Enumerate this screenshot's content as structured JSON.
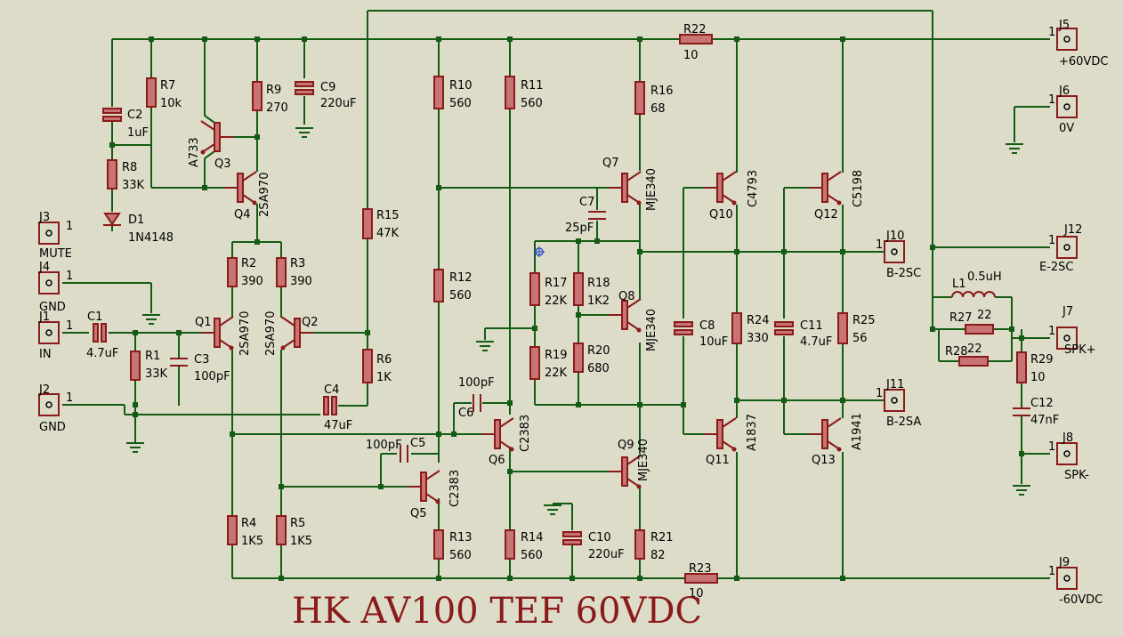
{
  "title": "HK AV100 TEF 60VDC",
  "colors": {
    "background": "#dcdcc8",
    "wire": "#135c13",
    "component": "#8b1a1a",
    "title": "#8b1a1a"
  },
  "resistors": [
    {
      "ref": "R1",
      "value": "33K"
    },
    {
      "ref": "R2",
      "value": "390"
    },
    {
      "ref": "R3",
      "value": "390"
    },
    {
      "ref": "R4",
      "value": "1K5"
    },
    {
      "ref": "R5",
      "value": "1K5"
    },
    {
      "ref": "R6",
      "value": "1K"
    },
    {
      "ref": "R7",
      "value": "10k"
    },
    {
      "ref": "R8",
      "value": "33K"
    },
    {
      "ref": "R9",
      "value": "270"
    },
    {
      "ref": "R10",
      "value": "560"
    },
    {
      "ref": "R11",
      "value": "560"
    },
    {
      "ref": "R12",
      "value": "560"
    },
    {
      "ref": "R13",
      "value": "560"
    },
    {
      "ref": "R14",
      "value": "560"
    },
    {
      "ref": "R15",
      "value": "47K"
    },
    {
      "ref": "R16",
      "value": "68"
    },
    {
      "ref": "R17",
      "value": "22K"
    },
    {
      "ref": "R18",
      "value": "1K2"
    },
    {
      "ref": "R19",
      "value": "22K"
    },
    {
      "ref": "R20",
      "value": "680"
    },
    {
      "ref": "R21",
      "value": "82"
    },
    {
      "ref": "R22",
      "value": "10"
    },
    {
      "ref": "R23",
      "value": "10"
    },
    {
      "ref": "R24",
      "value": "330"
    },
    {
      "ref": "R25",
      "value": "56"
    },
    {
      "ref": "R27",
      "value": "22"
    },
    {
      "ref": "R28",
      "value": "22"
    },
    {
      "ref": "R29",
      "value": "10"
    }
  ],
  "capacitors": [
    {
      "ref": "C1",
      "value": "4.7uF"
    },
    {
      "ref": "C2",
      "value": "1uF"
    },
    {
      "ref": "C3",
      "value": "100pF"
    },
    {
      "ref": "C4",
      "value": "47uF"
    },
    {
      "ref": "C5",
      "value": "100pF"
    },
    {
      "ref": "C6",
      "value": "100pF"
    },
    {
      "ref": "C7",
      "value": "25pF"
    },
    {
      "ref": "C8",
      "value": "10uF"
    },
    {
      "ref": "C9",
      "value": "220uF"
    },
    {
      "ref": "C10",
      "value": "220uF"
    },
    {
      "ref": "C11",
      "value": "4.7uF"
    },
    {
      "ref": "C12",
      "value": "47nF"
    }
  ],
  "transistors": [
    {
      "ref": "Q1",
      "part": "2SA970"
    },
    {
      "ref": "Q2",
      "part": "2SA970"
    },
    {
      "ref": "Q3",
      "part": "A733"
    },
    {
      "ref": "Q4",
      "part": "2SA970"
    },
    {
      "ref": "Q5",
      "part": "C2383"
    },
    {
      "ref": "Q6",
      "part": "C2383"
    },
    {
      "ref": "Q7",
      "part": "MJE340"
    },
    {
      "ref": "Q8",
      "part": "MJE340"
    },
    {
      "ref": "Q9",
      "part": "MJE340"
    },
    {
      "ref": "Q10",
      "part": "C4793"
    },
    {
      "ref": "Q11",
      "part": "A1837"
    },
    {
      "ref": "Q12",
      "part": "C5198"
    },
    {
      "ref": "Q13",
      "part": "A1941"
    }
  ],
  "diode": {
    "ref": "D1",
    "part": "1N4148"
  },
  "inductor": {
    "ref": "L1",
    "value": "0.5uH"
  },
  "connectors": [
    {
      "ref": "J1",
      "label": "IN"
    },
    {
      "ref": "J2",
      "label": "GND"
    },
    {
      "ref": "J3",
      "label": "MUTE"
    },
    {
      "ref": "J4",
      "label": "GND"
    },
    {
      "ref": "J5",
      "label": "+60VDC"
    },
    {
      "ref": "J6",
      "label": "0V"
    },
    {
      "ref": "J7",
      "label": "SPK+"
    },
    {
      "ref": "J8",
      "label": "SPK-"
    },
    {
      "ref": "J9",
      "label": "-60VDC"
    },
    {
      "ref": "J10",
      "label": "B-2SC"
    },
    {
      "ref": "J11",
      "label": "B-2SA"
    },
    {
      "ref": "J12",
      "label": "E-2SC"
    }
  ],
  "pin": "1"
}
